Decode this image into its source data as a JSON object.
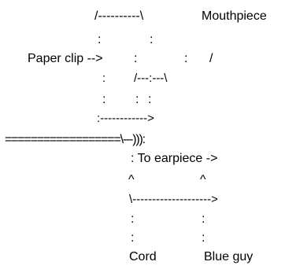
{
  "diagram": {
    "lines": [
      "/----------\\",
      "Mouthpiece",
      ":",
      ":",
      "Paper clip -->",
      ":",
      ":",
      "/",
      ":",
      "/---:---\\",
      ":",
      ":",
      ":",
      ":------------>",
      "==================\\---))):",
      ": To earpiece ->",
      "^",
      "^",
      "\\-------------------->",
      ":",
      ":",
      ":",
      ":",
      "Cord",
      "Blue guy"
    ]
  }
}
